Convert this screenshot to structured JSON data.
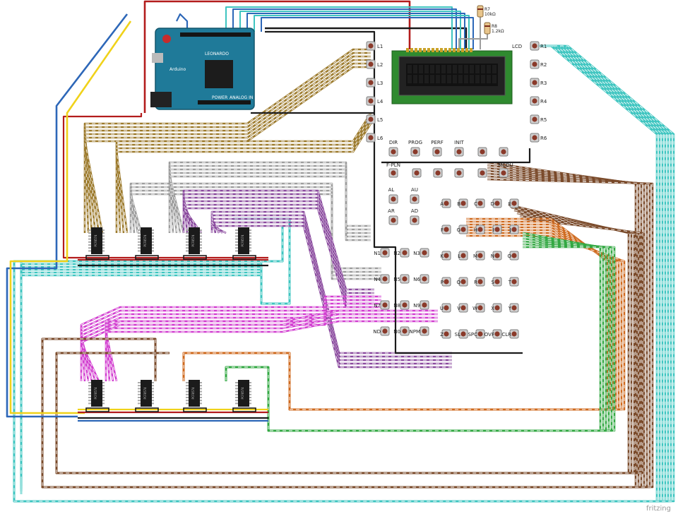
{
  "brand": "fritzing",
  "colors": {
    "cyan": "#3ec5c0",
    "gold": "#9c7a2c",
    "gray": "#9d9d9d",
    "purple": "#8a4a9e",
    "magenta": "#d23fd0",
    "brown": "#7a4a2a",
    "orange": "#cf6a1f",
    "green": "#33a843",
    "red": "#b31c1c",
    "blue": "#2d67b8",
    "yellow": "#f0d21a",
    "black": "#1a1a1a",
    "arduino": "#1f7a99",
    "lcd_pcb": "#2f8a2f"
  },
  "arduino": {
    "name": "LEONARDO",
    "brand": "Arduino",
    "power_label": "POWER",
    "analog_label": "ANALOG IN"
  },
  "lcd": {
    "label": "LCD"
  },
  "resistors": [
    {
      "ref": "R7",
      "value": "10kΩ"
    },
    {
      "ref": "R8",
      "value": "1.2kΩ"
    }
  ],
  "chip": {
    "part": "PCF8574"
  },
  "left_keys": [
    "L1",
    "L2",
    "L3",
    "L4",
    "L5",
    "L6"
  ],
  "right_keys": [
    "R1",
    "R2",
    "R3",
    "R4",
    "R5",
    "R6"
  ],
  "function_keys_row1": [
    "DIR",
    "PROG",
    "PERF",
    "INIT"
  ],
  "function_keys_row2": [
    "F-PLN",
    "MCDU"
  ],
  "arrow_keys": [
    "AL",
    "AU",
    "AR",
    "AD"
  ],
  "numpad": [
    "N1",
    "N2",
    "N3",
    "N4",
    "N5",
    "N6",
    "N7",
    "N8",
    "N9",
    "ND",
    "N0",
    "NPM"
  ],
  "alpha_keys": [
    "A",
    "B",
    "C",
    "D",
    "E",
    "F",
    "G",
    "H",
    "I",
    "J",
    "K",
    "L",
    "M",
    "N",
    "O",
    "P",
    "Q",
    "R",
    "S",
    "T",
    "U",
    "V",
    "W",
    "X",
    "Y",
    "Z",
    "SL",
    "SPC",
    "OVF",
    "CLR"
  ]
}
